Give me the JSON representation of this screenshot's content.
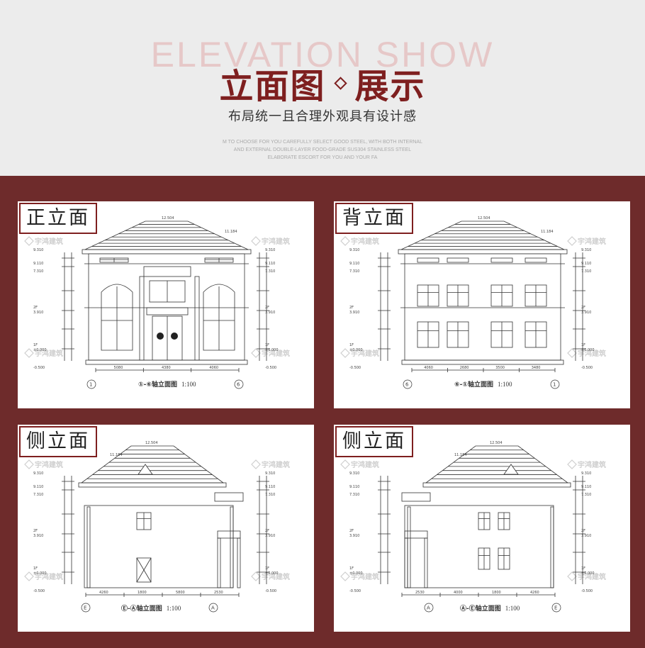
{
  "header": {
    "bg_title": "ELEVATION SHOW",
    "title_left": "立面图",
    "title_right": "展示",
    "subtitle": "布局统一且合理外观具有设计感",
    "eng_lines": [
      "M TO CHOOSE FOR YOU CAREFULLY SELECT GOOD STEEL, WITH BOTH INTERNAL",
      "AND EXTERNAL DOUBLE-LAYER FOOD-GRADE SUS304 STAINLESS STEEL",
      "ELABORATE ESCORT FOR YOU AND YOUR FA"
    ]
  },
  "watermark": "宇鸿建筑",
  "panels": [
    {
      "tag": "正立面",
      "caption": "①-⑥轴立面图",
      "scale": "1:100",
      "kind": "front"
    },
    {
      "tag": "背立面",
      "caption": "⑥-①轴立面图",
      "scale": "1:100",
      "kind": "back"
    },
    {
      "tag": "侧立面",
      "caption": "Ⓔ-Ⓐ轴立面图",
      "scale": "1:100",
      "kind": "sideL"
    },
    {
      "tag": "侧立面",
      "caption": "Ⓐ-Ⓔ轴立面图",
      "scale": "1:100",
      "kind": "sideR"
    }
  ],
  "levels": {
    "top": "12.504",
    "eave": "11.184",
    "l1": "9.310",
    "l2": "9.110",
    "l3": "7.310",
    "f2": "2F",
    "f2v": "3.910",
    "f1": "1F",
    "f1v": "±0.000",
    "base": "-0.500"
  },
  "dims": {
    "front": [
      "5080",
      "4380",
      "4060"
    ],
    "back": [
      "4060",
      "2680",
      "3500",
      "3480"
    ],
    "sideL": [
      "4260",
      "1800",
      "5800",
      "2530"
    ],
    "sideR": [
      "2530",
      "4000",
      "1800",
      "4260"
    ]
  }
}
